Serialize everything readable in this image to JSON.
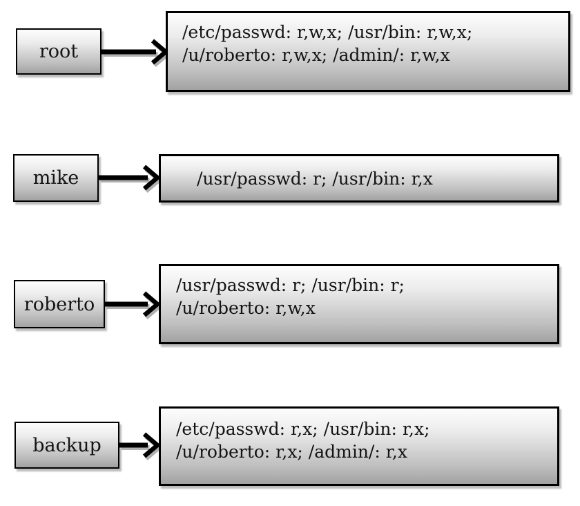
{
  "diagram": {
    "description": "Per-user capability lists mapping users to file permissions",
    "rows": [
      {
        "user": "root",
        "lines": [
          "/etc/passwd: r,w,x; /usr/bin: r,w,x;",
          "/u/roberto: r,w,x; /admin/: r,w,x"
        ]
      },
      {
        "user": "mike",
        "lines": [
          "/usr/passwd: r; /usr/bin: r,x"
        ]
      },
      {
        "user": "roberto",
        "lines": [
          "/usr/passwd: r; /usr/bin: r;",
          "/u/roberto: r,w,x"
        ]
      },
      {
        "user": "backup",
        "lines": [
          "/etc/passwd: r,x; /usr/bin: r,x;",
          "/u/roberto: r,x; /admin/: r,x"
        ]
      }
    ],
    "colors": {
      "background": "#ffffff",
      "box_gradient_top": "#fdfdfd",
      "box_gradient_bottom": "#a2a2a2",
      "box_border": "#000000",
      "arrow": "#000000",
      "shadow": "#bdbdbd",
      "text": "#141414"
    }
  }
}
